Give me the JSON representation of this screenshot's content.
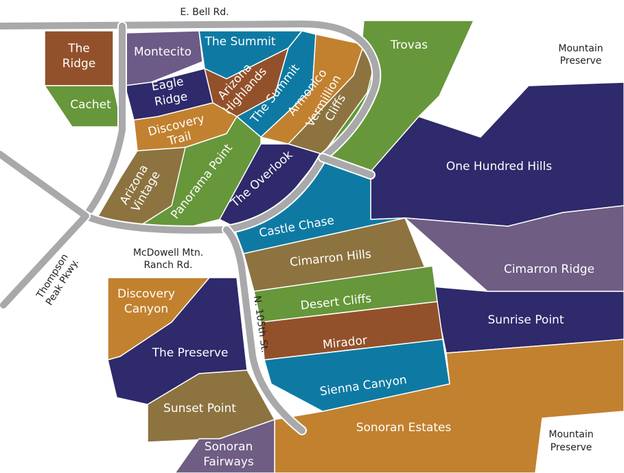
{
  "colors": {
    "brown": "#93512b",
    "purple": "#6c5a87",
    "teal": "#0e7aa3",
    "navy": "#2e2a6b",
    "olive": "#8d7340",
    "ochre": "#c2812f",
    "green": "#66973a",
    "mauve": "#6f5d84",
    "road": "#a9a9ab"
  },
  "roads": {
    "bell": "E. Bell Rd.",
    "mcdowell_1": "McDowell Mtn.",
    "mcdowell_2": "Ranch Rd.",
    "thompson_1": "Thompson",
    "thompson_2": "Peak Pkwy.",
    "n105": "N. 105th St."
  },
  "preserves": {
    "top_1": "Mountain",
    "top_2": "Preserve",
    "bottom_1": "Mountain",
    "bottom_2": "Preserve"
  },
  "neighborhoods": {
    "the_ridge_1": "The",
    "the_ridge_2": "Ridge",
    "cachet": "Cachet",
    "montecito": "Montecito",
    "summit_top": "The Summit",
    "eagle_ridge_1": "Eagle",
    "eagle_ridge_2": "Ridge",
    "az_highlands_1": "Arizona",
    "az_highlands_2": "Highlands",
    "summit_diag": "The Summit",
    "armonico": "Armonico",
    "vermillion_1": "Vermillion",
    "vermillion_2": "Cliffs",
    "trovas": "Trovas",
    "discovery_trail_1": "Discovery",
    "discovery_trail_2": "Trail",
    "az_vintage_1": "Arizona",
    "az_vintage_2": "Vintage",
    "panorama_point": "Panorama Point",
    "the_overlook": "The Overlook",
    "one_hundred_hills": "One Hundred Hills",
    "castle_chase": "Castle Chase",
    "cimarron_hills": "Cimarron Hills",
    "cimarron_ridge": "Cimarron Ridge",
    "discovery_canyon_1": "Discovery",
    "discovery_canyon_2": "Canyon",
    "desert_cliffs": "Desert Cliffs",
    "sunrise_point": "Sunrise Point",
    "the_preserve": "The Preserve",
    "mirador": "Mirador",
    "sienna_canyon": "Sienna Canyon",
    "sunset_point": "Sunset Point",
    "sonoran_estates": "Sonoran Estates",
    "sonoran_fairways_1": "Sonoran",
    "sonoran_fairways_2": "Fairways"
  }
}
